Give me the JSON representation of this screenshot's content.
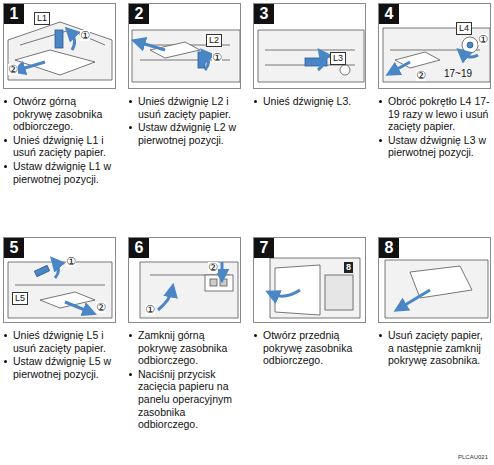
{
  "diagram": {
    "nodes": [
      {
        "text": [
          "1",
          "Otwórz górną pokrywę zasobnika odbiorczego.",
          "Unieś dźwignię L1 i usuń zacięty papier.",
          "Ustaw dźwignię L1 w pierwotnej pozycji."
        ]
      },
      {
        "text": [
          "2",
          "Unieś dźwignię L2 i usuń zacięty papier.",
          "Ustaw dźwignię L2 w pierwotnej pozycji."
        ]
      },
      {
        "text": [
          "3",
          "Unieś dźwignię L3."
        ]
      },
      {
        "text": [
          "4",
          "Obróć pokrętło L4 17-19 razy w lewo i usuń zacięty papier.",
          "Ustaw dźwignię L3 w pierwotnej pozycji."
        ]
      },
      {
        "text": [
          "5",
          "Unieś dźwignię L5 i usuń zacięty papier.",
          "Ustaw dźwignię L5 w pierwotnej pozycji."
        ]
      },
      {
        "text": [
          "6",
          "Zamknij górną pokrywę zasobnika odbiorczego.",
          "Naciśnij przycisk zacięcia papieru na panelu operacyjnym zasobnika odbiorczego."
        ]
      },
      {
        "text": [
          "7",
          "Otwórz przednią pokrywę zasobnika odbiorczego."
        ]
      },
      {
        "text": [
          "8",
          "Usuń zacięty papier, a następnie zamknij pokrywę zasobnika."
        ]
      }
    ],
    "labels": [
      "L1",
      "①",
      "②",
      "L2",
      "①",
      "L3",
      "L4",
      "①",
      "17~19",
      "②",
      "①",
      "L5",
      "②",
      "①",
      "②",
      "8",
      "PLCAU021"
    ]
  }
}
